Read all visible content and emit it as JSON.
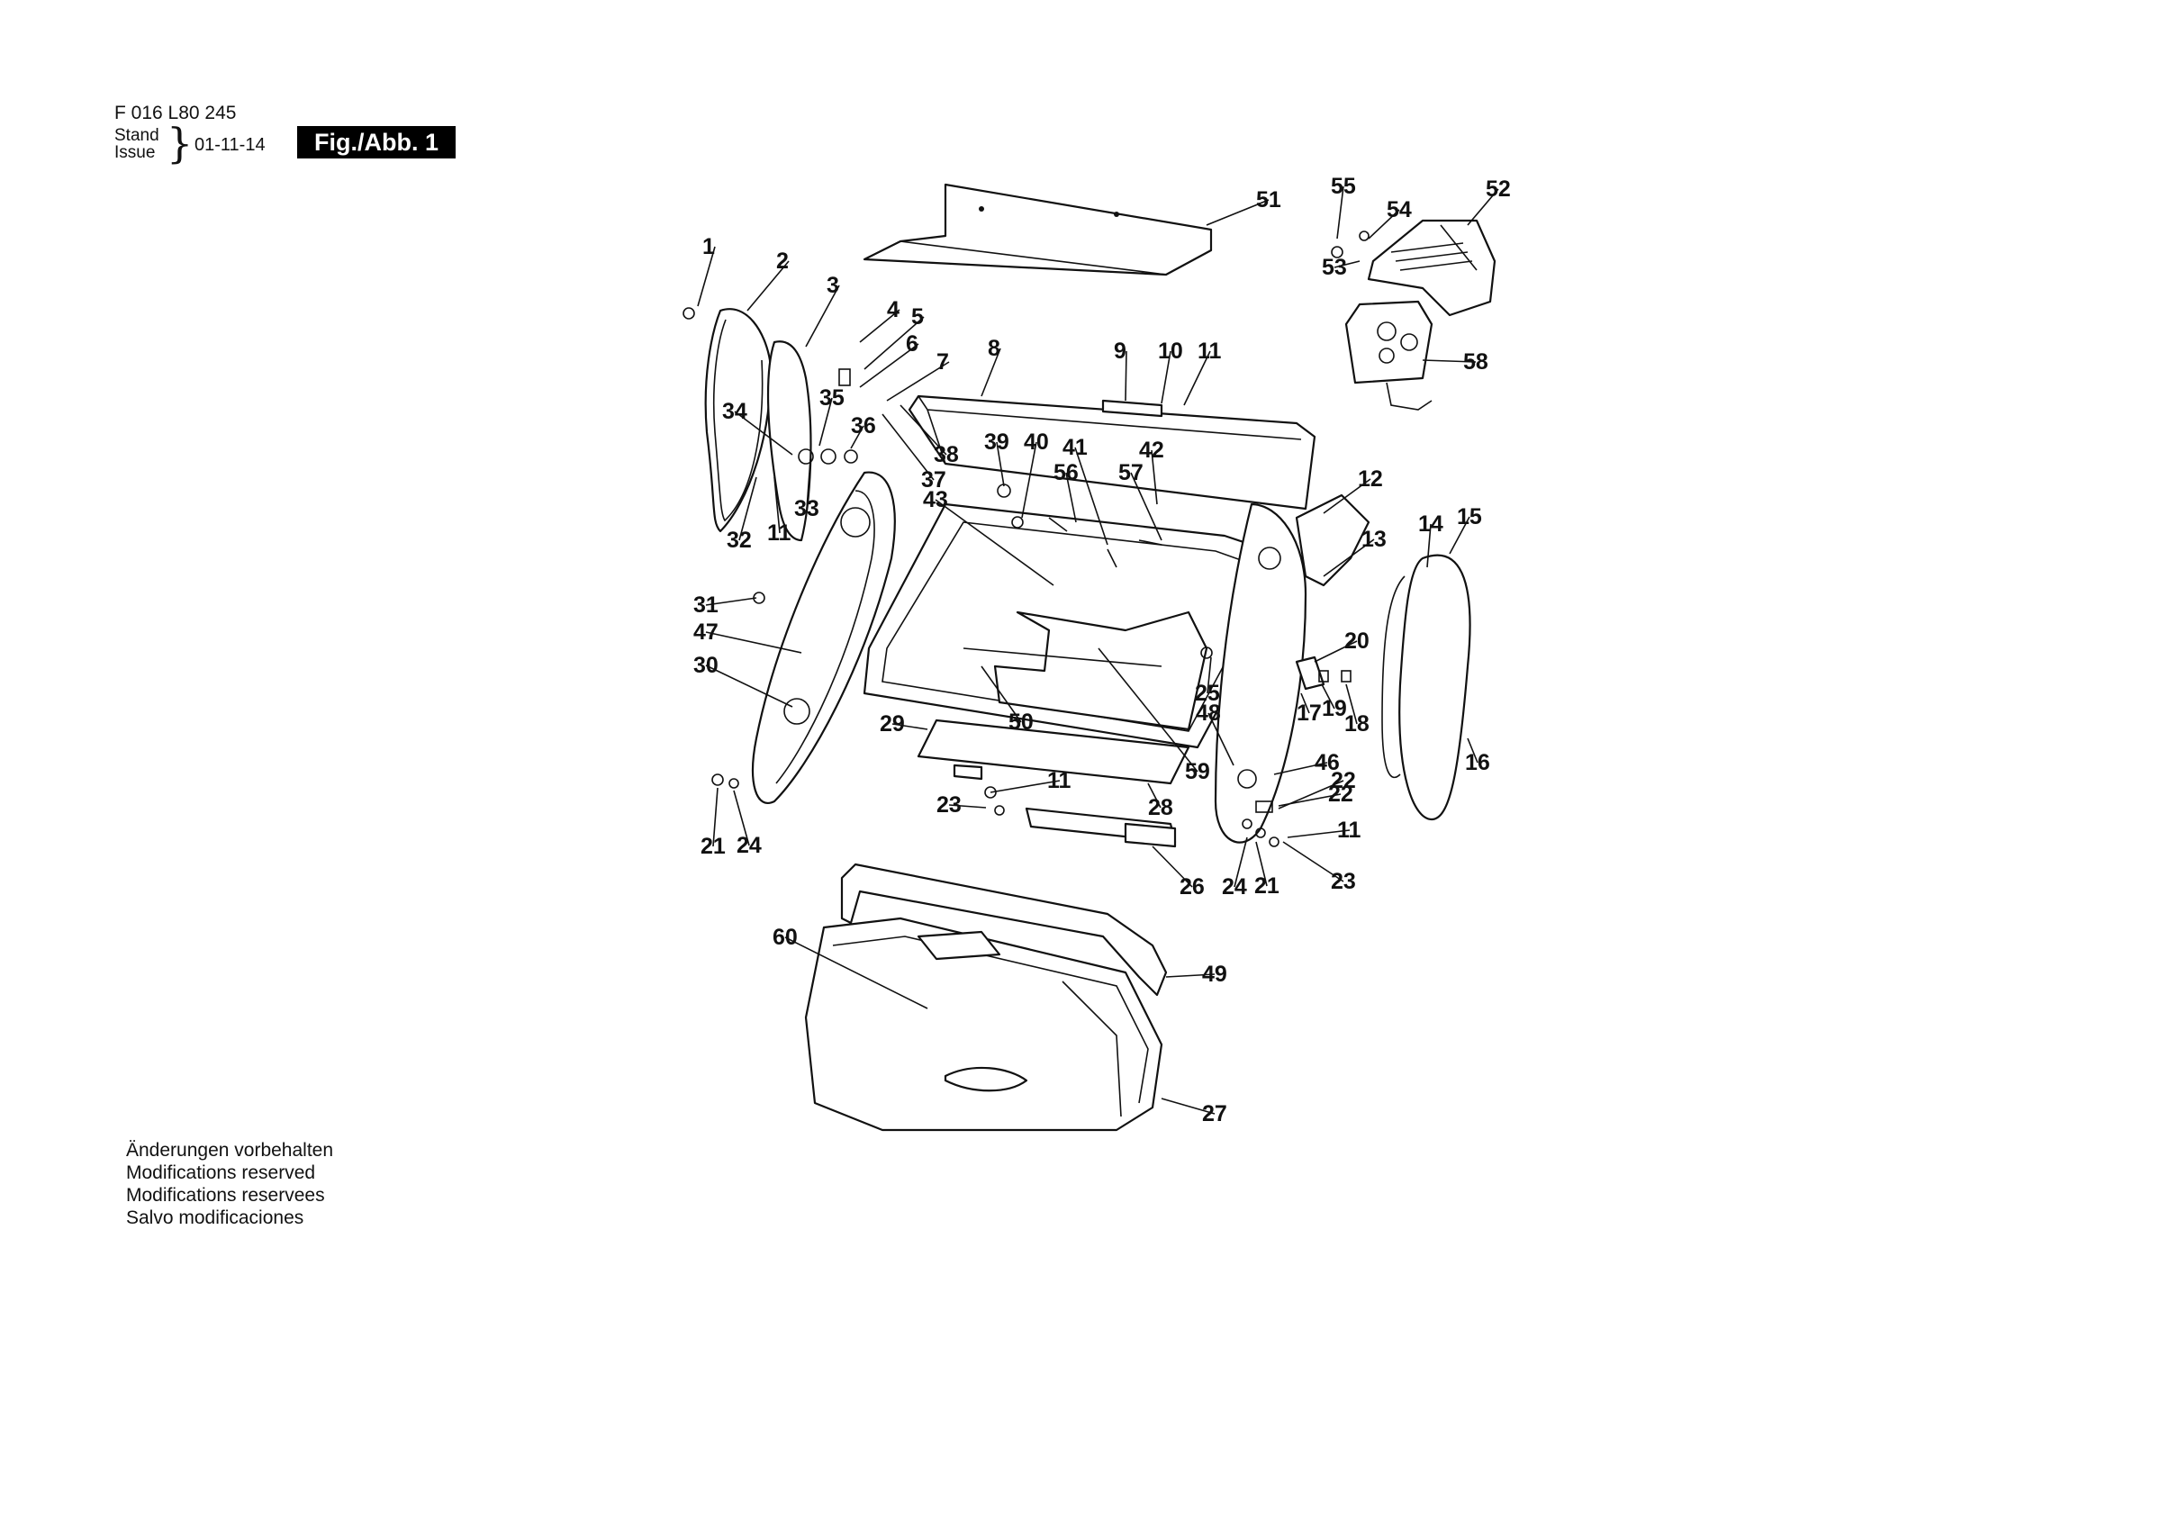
{
  "header": {
    "doc_number": "F 016 L80 245",
    "stand": "Stand",
    "issue": "Issue",
    "date": "01-11-14",
    "figure": "Fig./Abb. 1"
  },
  "notes": [
    "Änderungen vorbehalten",
    "Modifications reserved",
    "Modifications reservees",
    "Salvo modificaciones"
  ],
  "labels": [
    {
      "text": "1"
    },
    {
      "text": "2"
    },
    {
      "text": "3"
    },
    {
      "text": "4"
    },
    {
      "text": "5"
    },
    {
      "text": "6"
    },
    {
      "text": "7"
    },
    {
      "text": "8"
    },
    {
      "text": "9"
    },
    {
      "text": "10"
    },
    {
      "text": "11"
    },
    {
      "text": "12"
    },
    {
      "text": "13"
    },
    {
      "text": "14"
    },
    {
      "text": "15"
    },
    {
      "text": "16"
    },
    {
      "text": "17"
    },
    {
      "text": "18"
    },
    {
      "text": "19"
    },
    {
      "text": "20"
    },
    {
      "text": "21"
    },
    {
      "text": "22"
    },
    {
      "text": "23"
    },
    {
      "text": "24"
    },
    {
      "text": "25"
    },
    {
      "text": "26"
    },
    {
      "text": "27"
    },
    {
      "text": "28"
    },
    {
      "text": "29"
    },
    {
      "text": "30"
    },
    {
      "text": "31"
    },
    {
      "text": "32"
    },
    {
      "text": "33"
    },
    {
      "text": "34"
    },
    {
      "text": "35"
    },
    {
      "text": "36"
    },
    {
      "text": "37"
    },
    {
      "text": "38"
    },
    {
      "text": "39"
    },
    {
      "text": "40"
    },
    {
      "text": "41"
    },
    {
      "text": "42"
    },
    {
      "text": "43"
    },
    {
      "text": "46"
    },
    {
      "text": "47"
    },
    {
      "text": "48"
    },
    {
      "text": "49"
    },
    {
      "text": "50"
    },
    {
      "text": "51"
    },
    {
      "text": "52"
    },
    {
      "text": "53"
    },
    {
      "text": "54"
    },
    {
      "text": "55"
    },
    {
      "text": "56"
    },
    {
      "text": "57"
    },
    {
      "text": "58"
    },
    {
      "text": "59"
    },
    {
      "text": "60"
    },
    {
      "text": "11"
    },
    {
      "text": "11"
    },
    {
      "text": "11"
    },
    {
      "text": "21"
    },
    {
      "text": "22"
    },
    {
      "text": "23"
    },
    {
      "text": "24"
    }
  ]
}
